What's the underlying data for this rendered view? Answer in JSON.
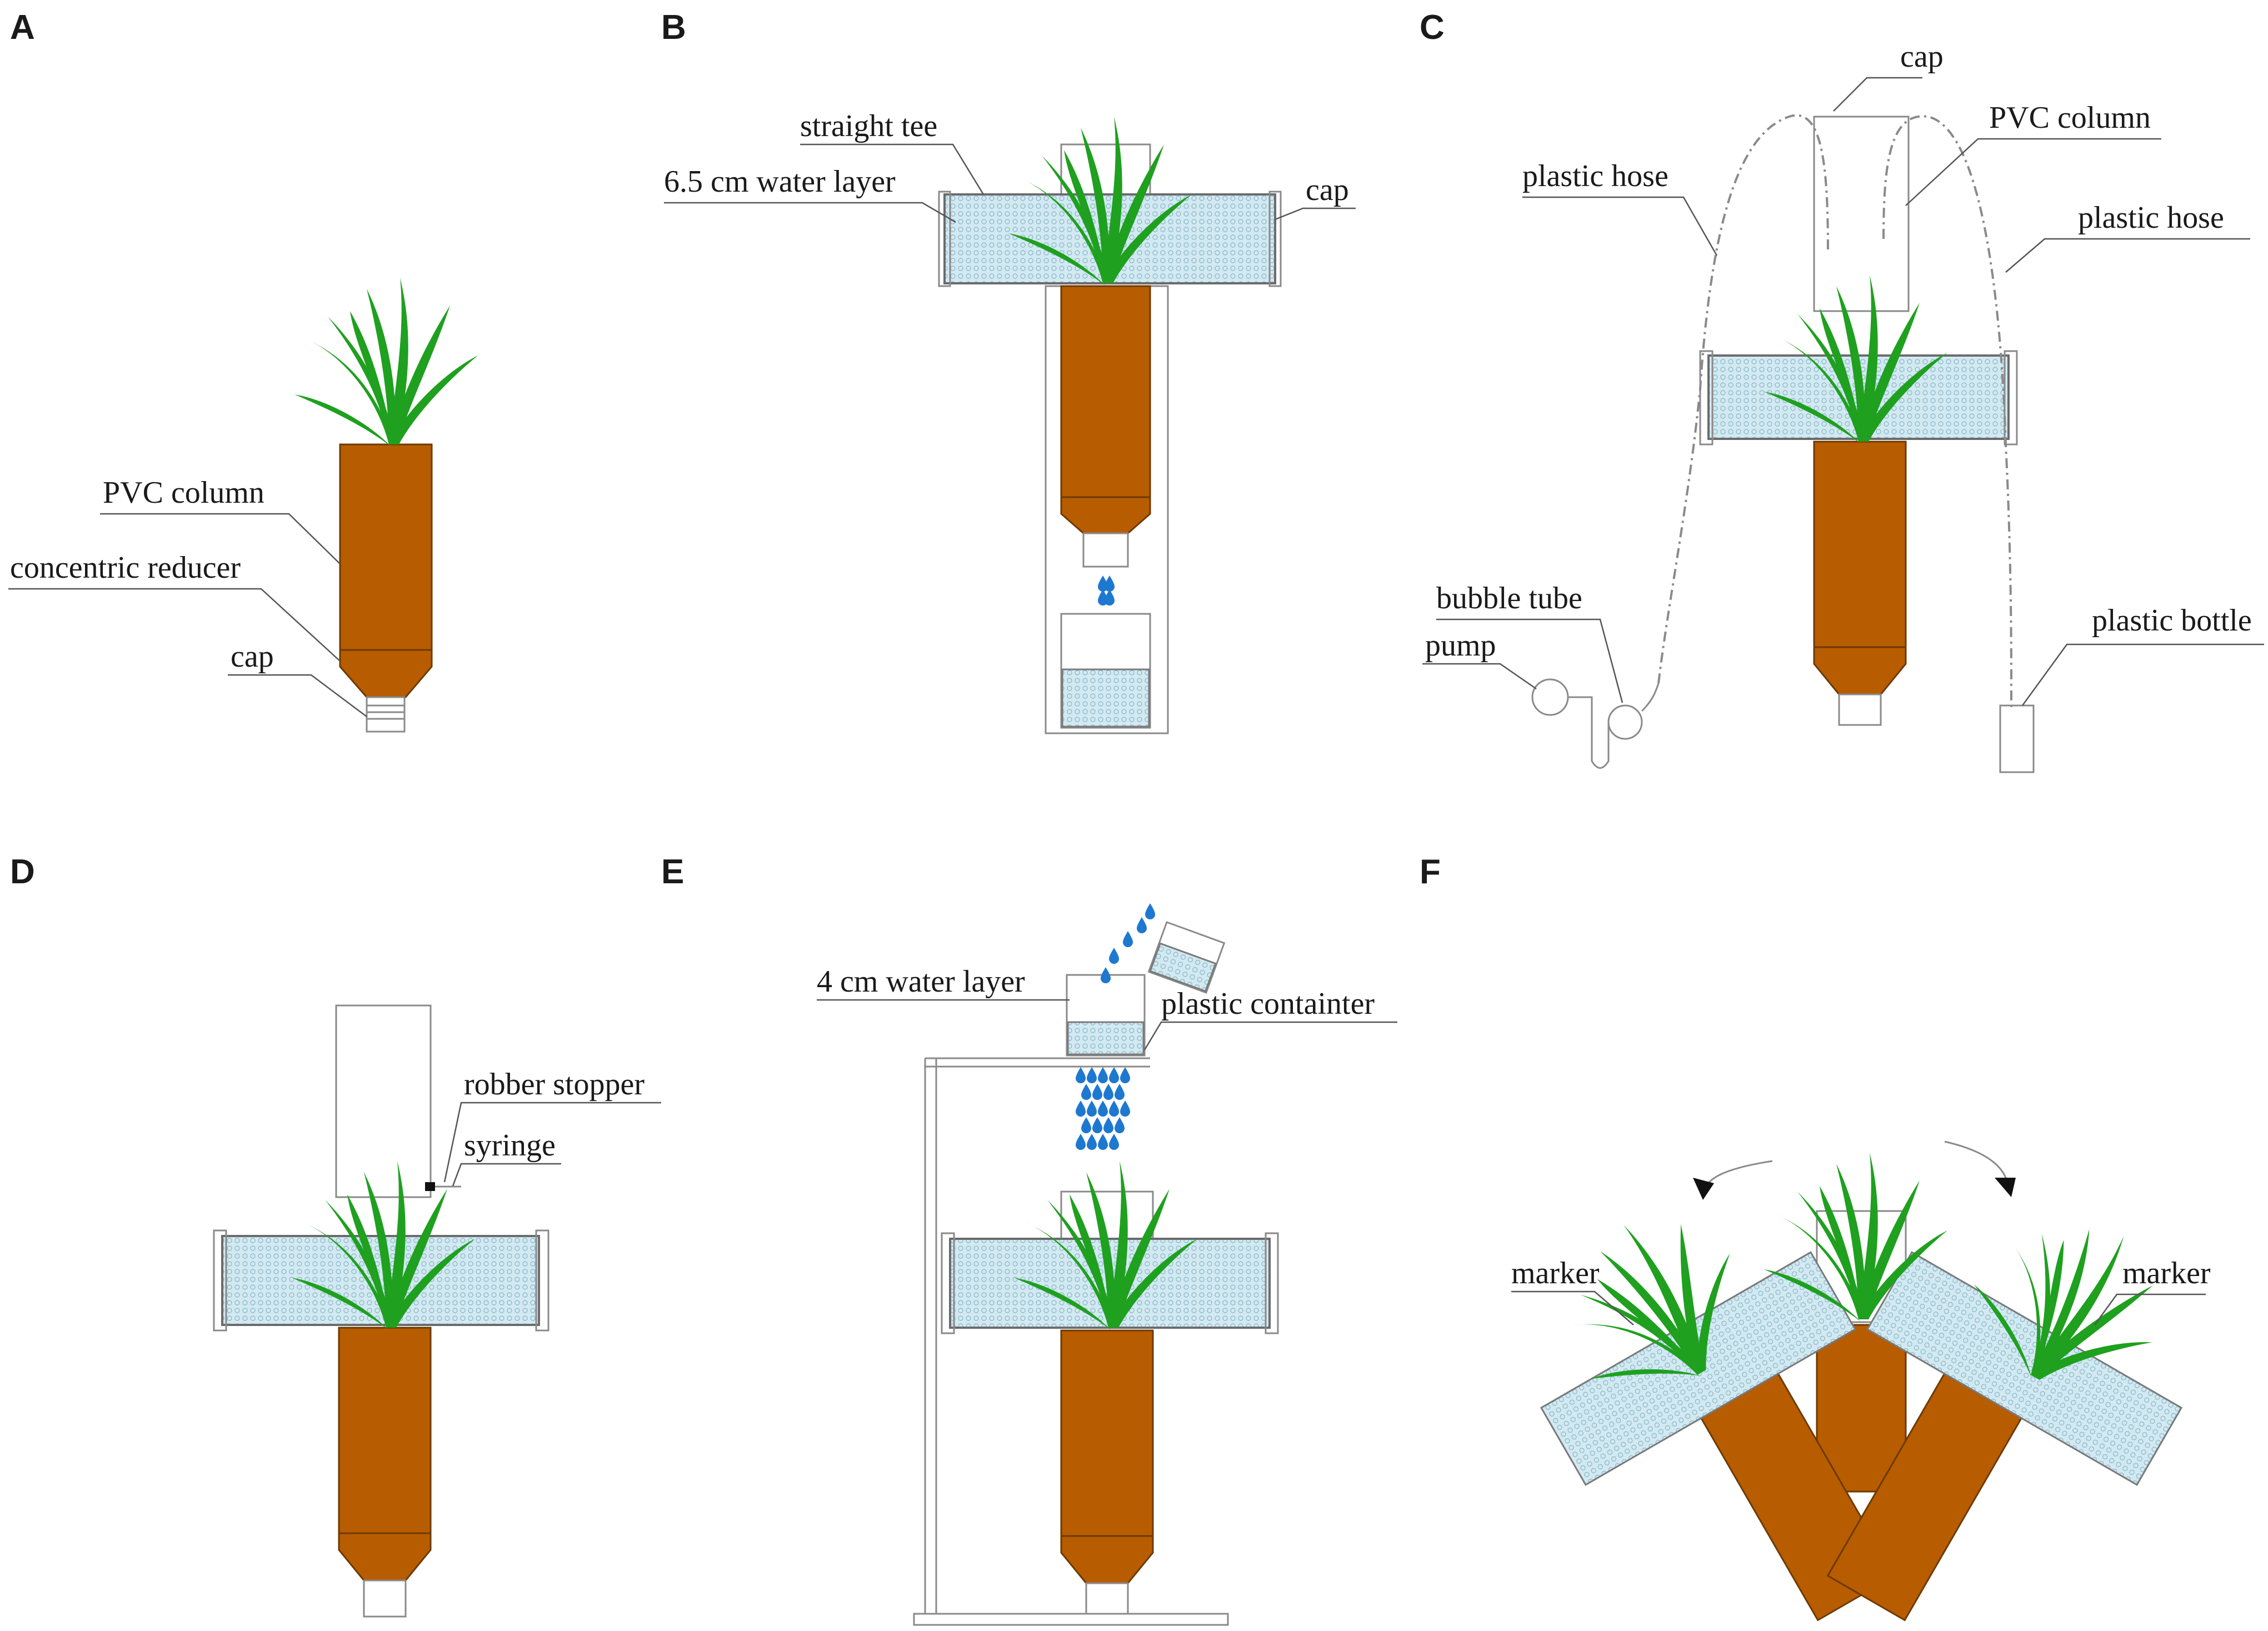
{
  "panels": [
    {
      "id": "A",
      "labels": [
        "PVC column",
        "concentric reducer",
        "cap"
      ]
    },
    {
      "id": "B",
      "labels": [
        "straight tee",
        "6.5 cm water layer",
        "cap"
      ]
    },
    {
      "id": "C",
      "labels": [
        "cap",
        "PVC column",
        "plastic hose",
        "plastic hose",
        "bubble tube",
        "pump",
        "plastic bottle"
      ]
    },
    {
      "id": "D",
      "labels": [
        "robber stopper",
        "syringe"
      ]
    },
    {
      "id": "E",
      "labels": [
        "4 cm water layer",
        "plastic containter"
      ]
    },
    {
      "id": "F",
      "labels": [
        "marker",
        "marker"
      ]
    }
  ],
  "colors": {
    "soil": "#b85c00",
    "water": "#cfe6ee",
    "grass": "#1fa01f",
    "drop": "#1e78d0"
  }
}
